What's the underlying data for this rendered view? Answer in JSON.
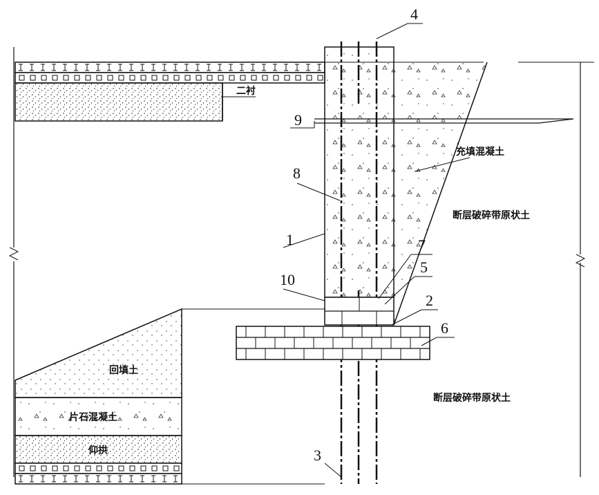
{
  "labels": {
    "second_lining": "二衬",
    "fill_concrete": "充填混凝土",
    "fault_zone_upper": "断层破碎带原状土",
    "fault_zone_lower": "断层破碎带原状土",
    "backfill": "回填土",
    "rubble_concrete": "片石混凝土",
    "invert": "仰拱"
  },
  "callouts": {
    "c1": "1",
    "c2": "2",
    "c3": "3",
    "c4": "4",
    "c5": "5",
    "c6": "6",
    "c7": "7",
    "c8": "8",
    "c9": "9",
    "c10": "10"
  }
}
